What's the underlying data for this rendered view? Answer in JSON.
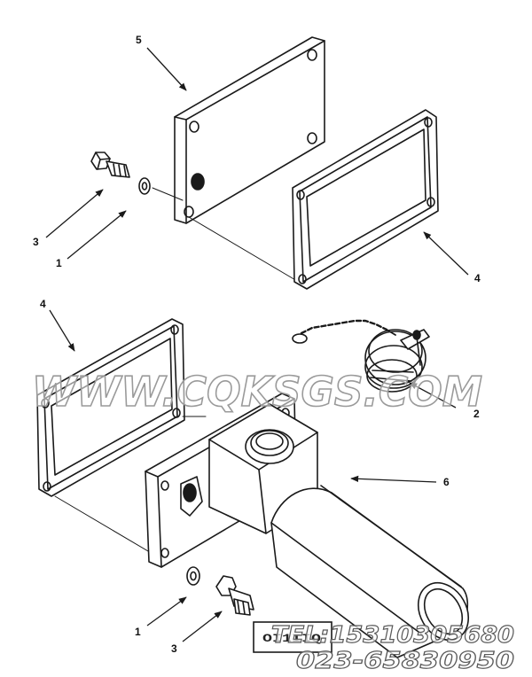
{
  "callouts": {
    "label_5": "5",
    "label_3_top": "3",
    "label_1_top": "1",
    "label_4_top": "4",
    "label_4_left": "4",
    "label_2": "2",
    "label_6": "6",
    "label_1_bottom": "1",
    "label_3_bottom": "3"
  },
  "watermark": {
    "text": "WWW.CQKSGS.COM",
    "tel": "TEL:15310305680",
    "phone": "023-65830950"
  },
  "reference_code": "OI1IIQ",
  "colors": {
    "line": "#1a1a1a",
    "watermark_fill": "#ffffff",
    "watermark_stroke": "#9a9a9a",
    "contact_fill": "#ffffff",
    "contact_stroke": "#5a5a5a"
  }
}
